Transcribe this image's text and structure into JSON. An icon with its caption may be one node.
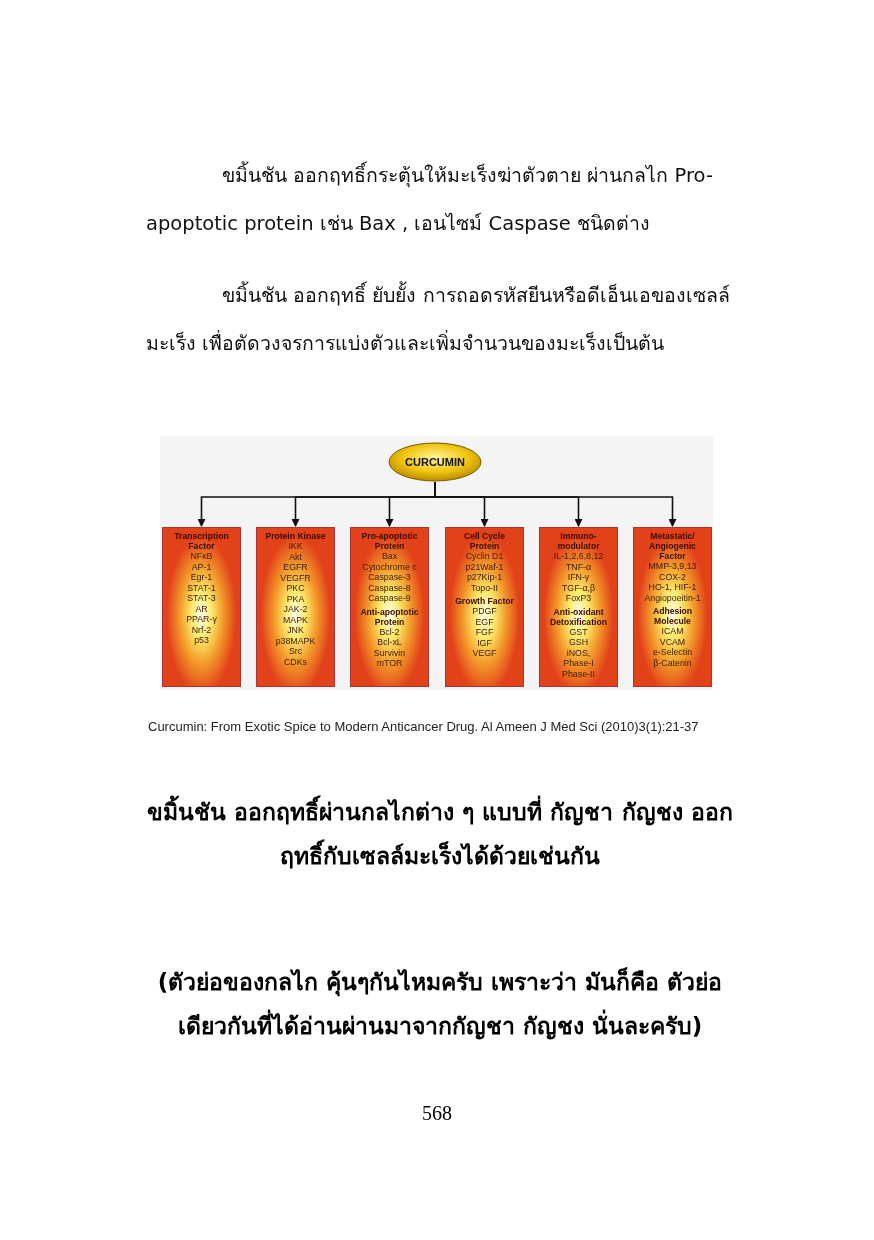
{
  "diagram": {
    "caption": "Curcumin: From Exotic Spice to Modern Anticancer Drug. Al Ameen J Med Sci (2010)3(1):21-37",
    "nodes": [
      {
        "text": [
          "CURCUMIN"
        ]
      },
      {
        "text": [
          "Transcription Factor",
          "NFκB",
          "AP-1",
          "Egr-1",
          "STAT-1",
          "STAT-3",
          "AR",
          "PPAR-γ",
          "Nrf-2",
          "p53"
        ]
      },
      {
        "text": [
          "Protein Kinase",
          "IKK",
          "Akt",
          "EGFR",
          "VEGFR",
          "PKC",
          "PKA",
          "JAK-2",
          "MAPK",
          "JNK",
          "p38MAPK",
          "Src",
          "CDKs"
        ]
      },
      {
        "text": [
          "Pro-apoptotic Protein",
          "Bax",
          "Cytochrome c",
          "Caspase-3",
          "Caspase-8",
          "Caspase-9",
          "Anti-apoptotic Protein",
          "Bcl-2",
          "Bcl-xL",
          "Survivin",
          "mTOR"
        ]
      },
      {
        "text": [
          "Cell Cycle Protein",
          "Cyclin D1",
          "p21Waf-1",
          "p27Kip-1",
          "Topo-II",
          "Growth Factor",
          "PDGF",
          "EGF",
          "FGF",
          "IGF",
          "VEGF"
        ]
      },
      {
        "text": [
          "Immuno-modulator",
          "IL-1,2,6,8,12",
          "TNF-α",
          "IFN-γ",
          "TGF-α,β",
          "FoxP3",
          "Anti-oxidant Detoxification",
          "GST",
          "GSH",
          "iNOS,",
          "Phase-I",
          "Phase-II"
        ]
      },
      {
        "text": [
          "Metastatic/ Angiogenic Factor",
          "MMP-3,9,13",
          "COX-2",
          "HO-1, HIF-1",
          "Angiopoeitin-1",
          "Adhesion Molecule",
          "ICAM",
          "VCAM",
          "e-Selectin",
          "β-Catenin"
        ]
      }
    ],
    "edges": [
      {
        "from": 0,
        "to": 1,
        "arrow": "to"
      },
      {
        "from": 0,
        "to": 2,
        "arrow": "to"
      },
      {
        "from": 0,
        "to": 3,
        "arrow": "to"
      },
      {
        "from": 0,
        "to": 4,
        "arrow": "to"
      },
      {
        "from": 0,
        "to": 5,
        "arrow": "to"
      },
      {
        "from": 0,
        "to": 6,
        "arrow": "to"
      }
    ],
    "labels": [
      "ขมิ้นชัน ออกฤทธิ์กระตุ้นให้มะเร็งฆ่าตัวตาย ผ่านกลไก Pro-apoptotic protein เช่น Bax , เอนไซม์ Caspase ชนิดต่าง",
      "ขมิ้นชัน ออกฤทธิ์ ยับยั้ง การถอดรหัสยีนหรือดีเอ็นเอของเซลล์มะเร็ง เพื่อตัดวงจรการแบ่งตัวและเพิ่มจำนวนของมะเร็งเป็นต้น",
      "ขมิ้นชัน ออกฤทธิ์ผ่านกลไกต่าง ๆ แบบที่ กัญชา กัญชง ออกฤทธิ์กับเซลล์มะเร็งได้ด้วยเช่นกัน",
      "(ตัวย่อของกลไก คุ้นๆกันไหมครับ เพราะว่า มันก็คือ ตัวย่อเดียวกันที่ได้อ่านผ่านมาจากกัญชา กัญชง นั่นละครับ)",
      "568"
    ]
  }
}
